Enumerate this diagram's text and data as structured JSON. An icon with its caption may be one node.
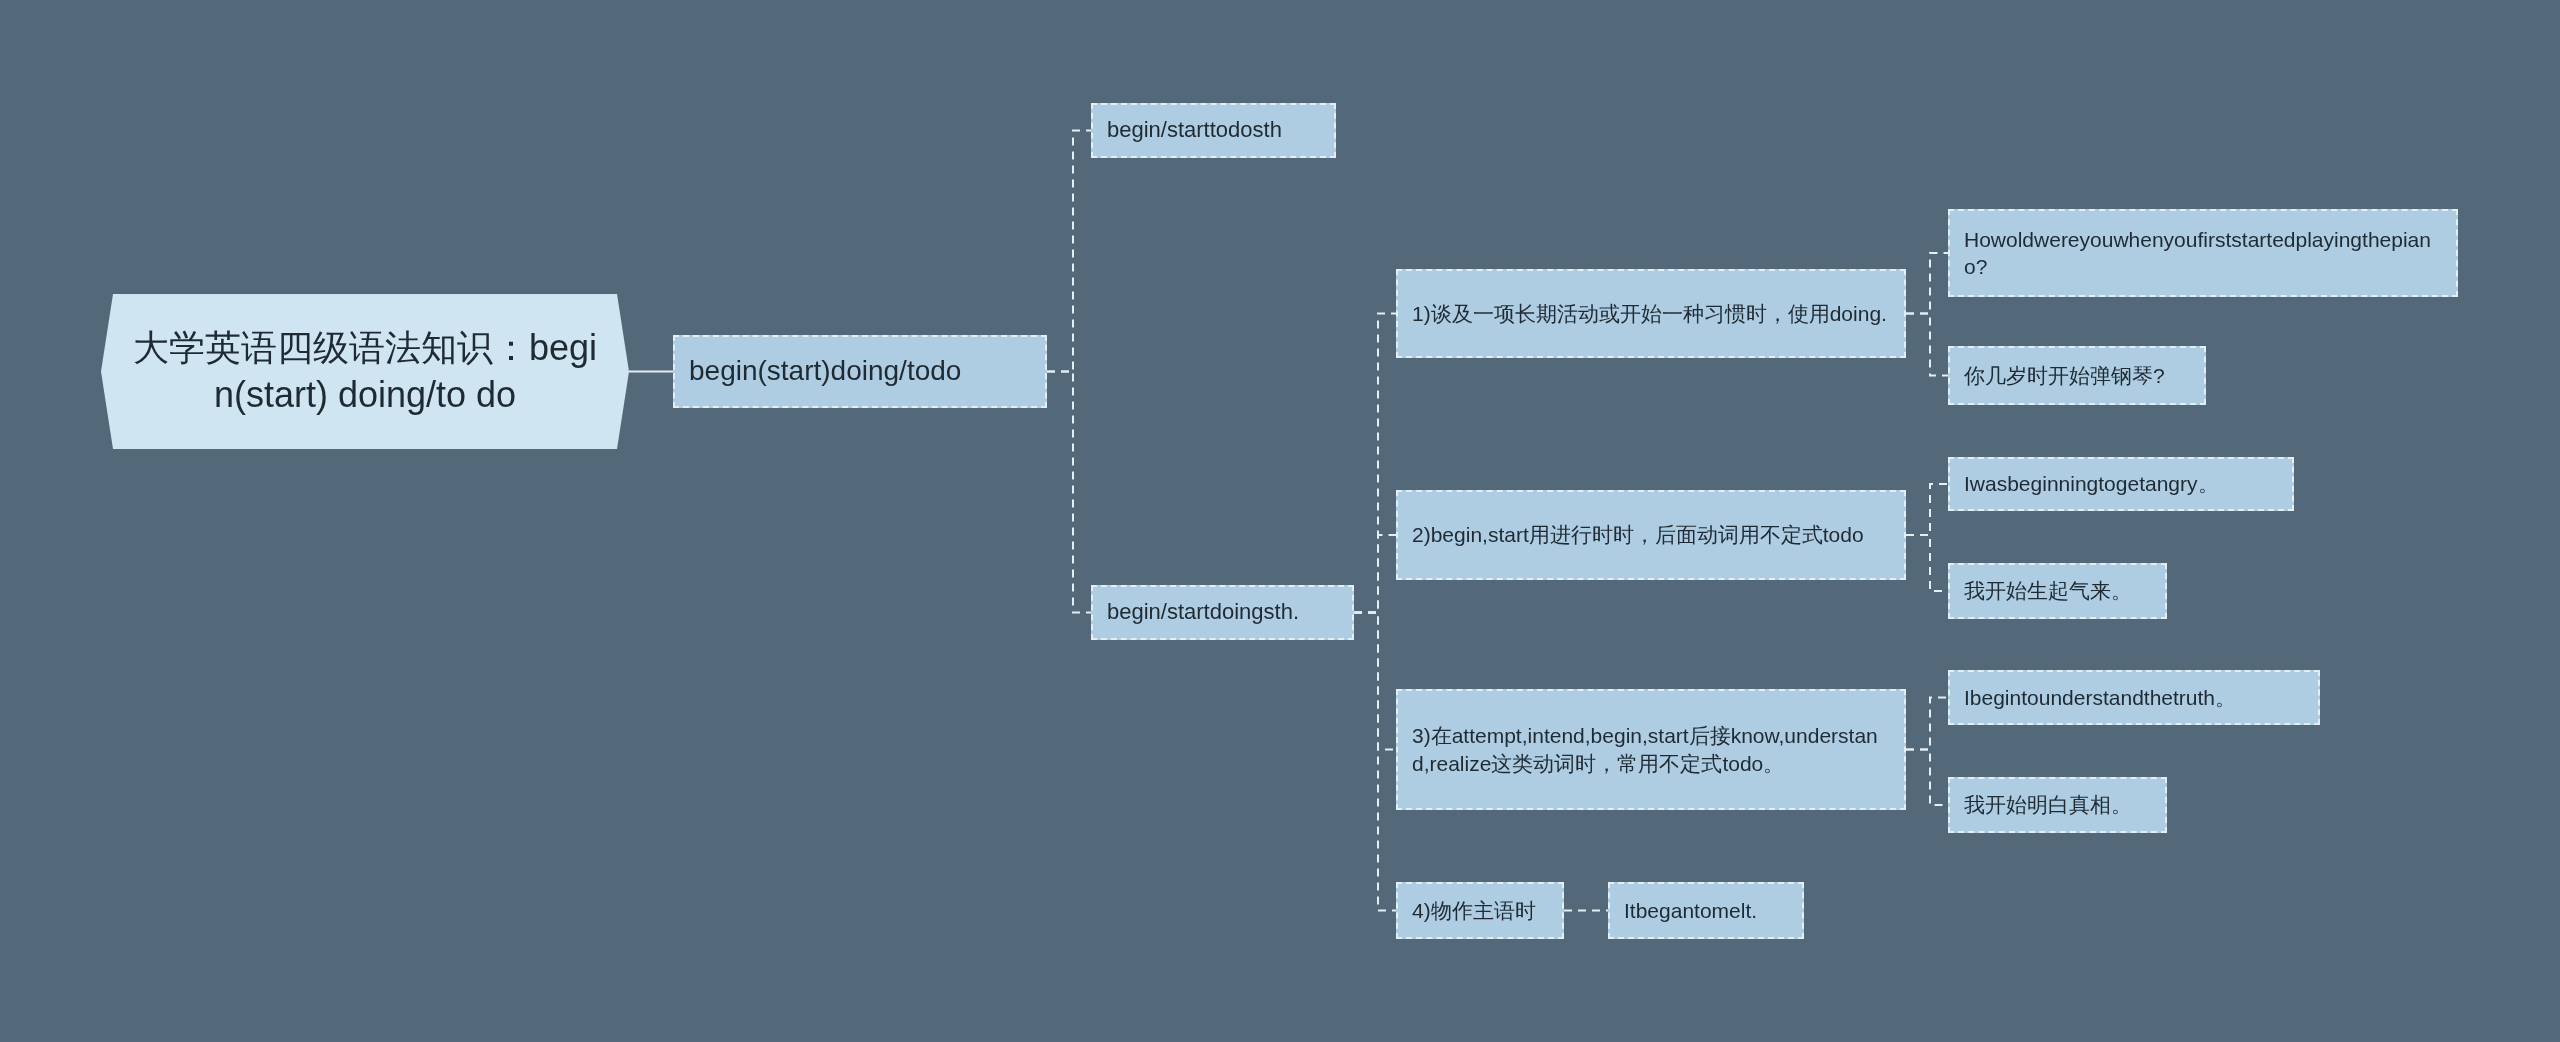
{
  "diagram": {
    "nodes": [
      {
        "text": [
          "大学英语四级语法知识：begin(start) doing/to do"
        ]
      },
      {
        "text": [
          "begin(start)doing/todo"
        ]
      },
      {
        "text": [
          "begin/starttodosth"
        ]
      },
      {
        "text": [
          "begin/startdoingsth."
        ]
      },
      {
        "text": [
          "1)谈及一项长期活动或开始一种习惯时，使用doing."
        ]
      },
      {
        "text": [
          "Howoldwereyouwhenyoufirststartedplayingthepiano?"
        ]
      },
      {
        "text": [
          "你几岁时开始弹钢琴?"
        ]
      },
      {
        "text": [
          "2)begin,start用进行时时，后面动词用不定式todo"
        ]
      },
      {
        "text": [
          "Iwasbeginningtogetangry。"
        ]
      },
      {
        "text": [
          "我开始生起气来。"
        ]
      },
      {
        "text": [
          "3)在attempt,intend,begin,start后接know,understand,realize这类动词时，常用不定式todo。"
        ]
      },
      {
        "text": [
          "Ibegintounderstandthetruth。"
        ]
      },
      {
        "text": [
          "我开始明白真相。"
        ]
      },
      {
        "text": [
          "4)物作主语时"
        ]
      },
      {
        "text": [
          "Itbegantomelt."
        ]
      }
    ],
    "edges": [
      {
        "from": 0,
        "to": 1,
        "arrow": "none"
      },
      {
        "from": 1,
        "to": 2,
        "arrow": "none",
        "style": "dashed"
      },
      {
        "from": 1,
        "to": 3,
        "arrow": "none",
        "style": "dashed"
      },
      {
        "from": 3,
        "to": 4,
        "arrow": "none",
        "style": "dashed"
      },
      {
        "from": 4,
        "to": 5,
        "arrow": "none",
        "style": "dashed"
      },
      {
        "from": 4,
        "to": 6,
        "arrow": "none",
        "style": "dashed"
      },
      {
        "from": 3,
        "to": 7,
        "arrow": "none",
        "style": "dashed"
      },
      {
        "from": 7,
        "to": 8,
        "arrow": "none",
        "style": "dashed"
      },
      {
        "from": 7,
        "to": 9,
        "arrow": "none",
        "style": "dashed"
      },
      {
        "from": 3,
        "to": 10,
        "arrow": "none",
        "style": "dashed"
      },
      {
        "from": 10,
        "to": 11,
        "arrow": "none",
        "style": "dashed"
      },
      {
        "from": 10,
        "to": 12,
        "arrow": "none",
        "style": "dashed"
      },
      {
        "from": 3,
        "to": 13,
        "arrow": "none",
        "style": "dashed"
      },
      {
        "from": 13,
        "to": 14,
        "arrow": "none",
        "style": "dashed"
      }
    ]
  }
}
